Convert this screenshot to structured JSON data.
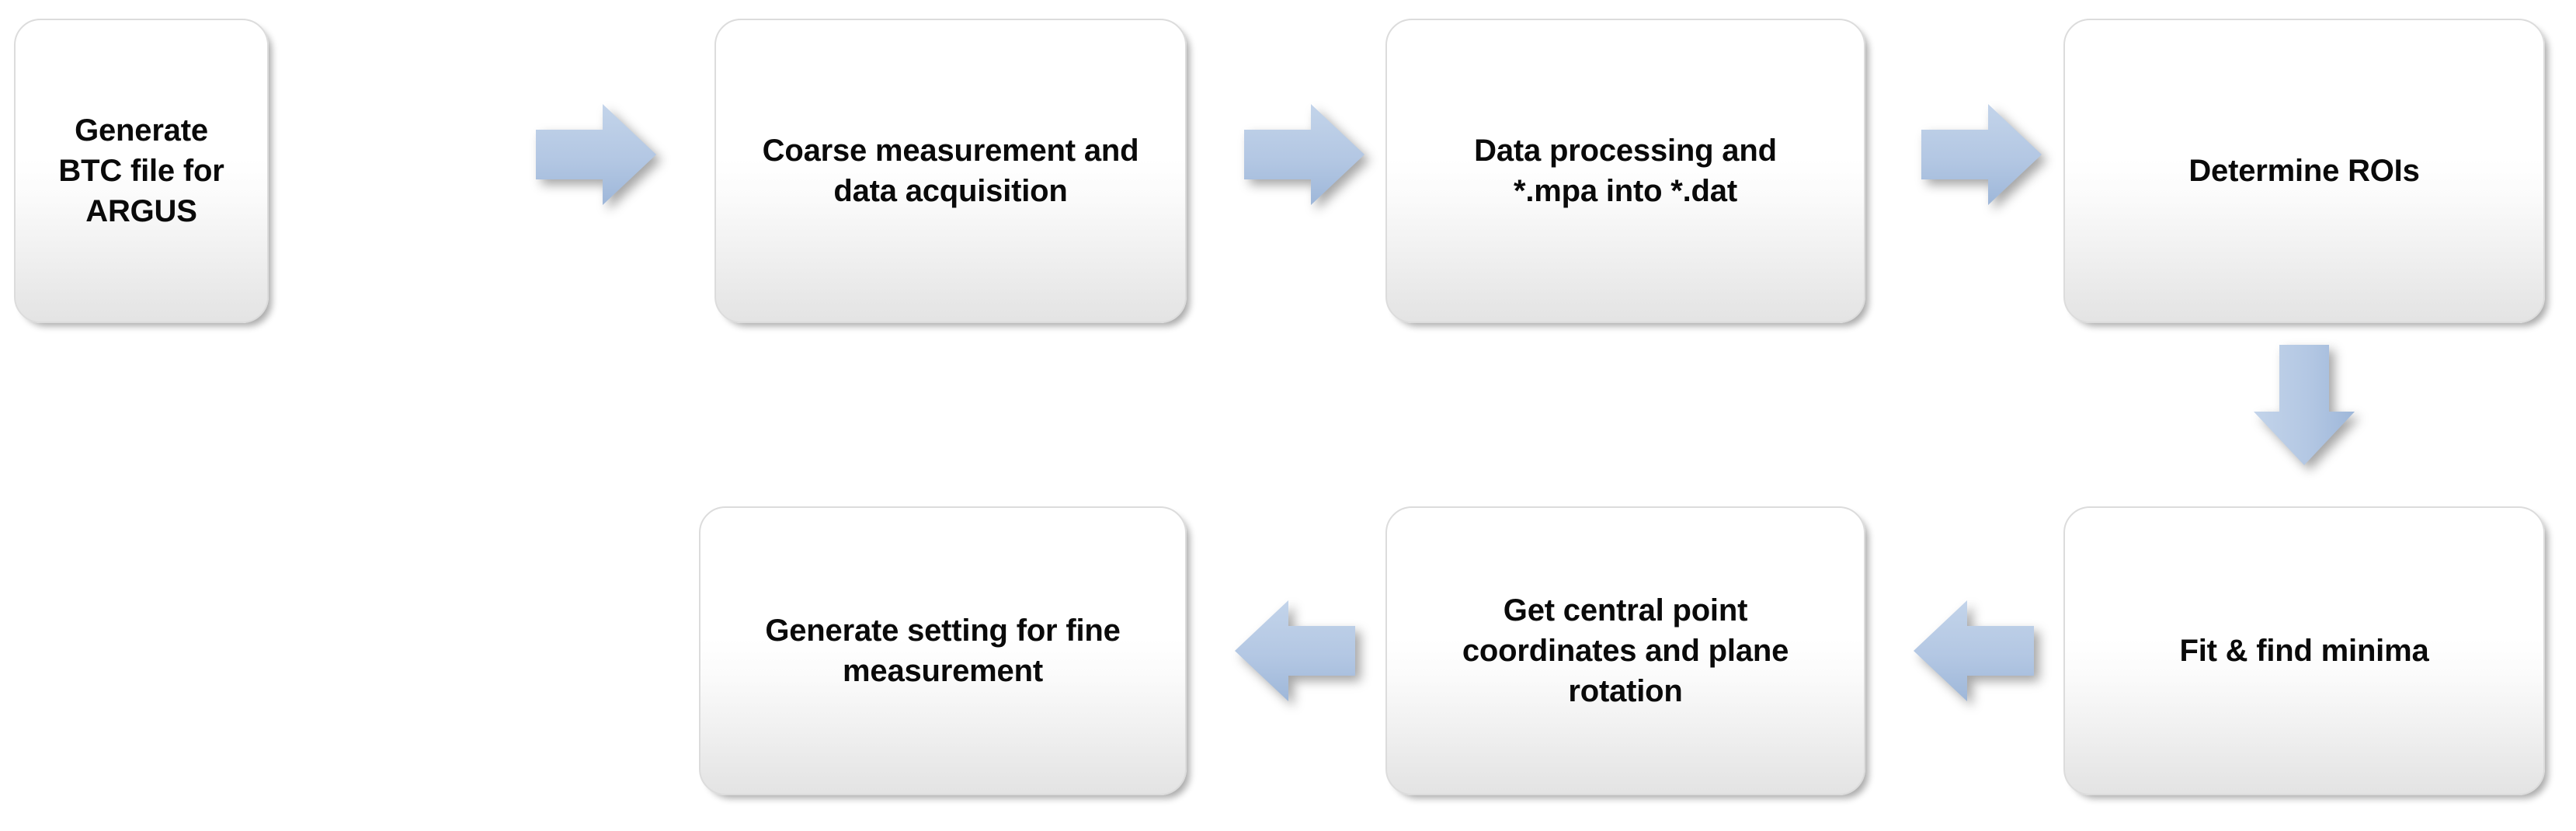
{
  "diagram": {
    "title": "Measurement workflow flowchart",
    "background_color": "#ffffff",
    "box_fill_top": "#ffffff",
    "box_fill_bottom": "#e4e4e4",
    "box_border_color": "#dcdcdc",
    "arrow_fill_color": "#b3c7e3",
    "text_color": "#0a0a0a"
  },
  "nodes": [
    {
      "id": "generate-btc",
      "label": "Generate BTC file for\nARGUS"
    },
    {
      "id": "coarse-measurement",
      "label": "Coarse measurement and\ndata acquisition"
    },
    {
      "id": "data-processing",
      "label": "Data processing and\n*.mpa into *.dat"
    },
    {
      "id": "determine-rois",
      "label": "Determine ROIs"
    },
    {
      "id": "fit-find-minima",
      "label": "Fit & find minima"
    },
    {
      "id": "get-central-point",
      "label": "Get central point\ncoordinates and plane\nrotation"
    },
    {
      "id": "generate-setting",
      "label": "Generate setting for fine\nmeasurement"
    }
  ],
  "arrows": [
    {
      "id": "arrow-1",
      "direction": "right",
      "from": "generate-btc",
      "to": "coarse-measurement"
    },
    {
      "id": "arrow-2",
      "direction": "right",
      "from": "coarse-measurement",
      "to": "data-processing"
    },
    {
      "id": "arrow-3",
      "direction": "right",
      "from": "data-processing",
      "to": "determine-rois"
    },
    {
      "id": "arrow-4",
      "direction": "down",
      "from": "determine-rois",
      "to": "fit-find-minima"
    },
    {
      "id": "arrow-5",
      "direction": "left",
      "from": "fit-find-minima",
      "to": "get-central-point"
    },
    {
      "id": "arrow-6",
      "direction": "left",
      "from": "get-central-point",
      "to": "generate-setting"
    }
  ]
}
